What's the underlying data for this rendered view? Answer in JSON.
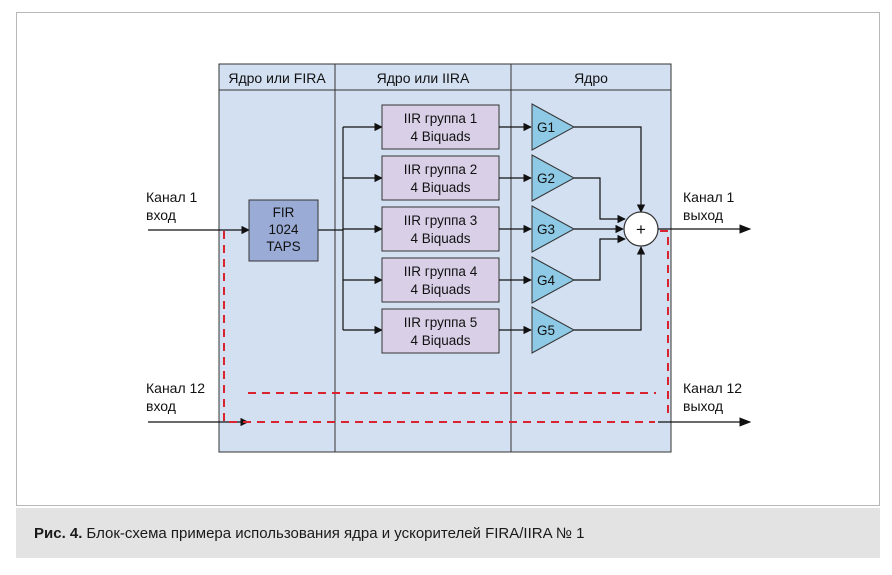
{
  "figure": {
    "panels": [
      {
        "title": "Ядро или FIRA"
      },
      {
        "title": "Ядро или IIRA"
      },
      {
        "title": "Ядро"
      }
    ],
    "inputs": [
      {
        "line1": "Канал 1",
        "line2": "вход"
      },
      {
        "line1": "Канал 12",
        "line2": "вход"
      }
    ],
    "outputs": [
      {
        "line1": "Канал 1",
        "line2": "выход"
      },
      {
        "line1": "Канал 12",
        "line2": "выход"
      }
    ],
    "fir_block": {
      "line1": "FIR",
      "line2": "1024",
      "line3": "TAPS"
    },
    "iir_blocks": [
      {
        "line1": "IIR группа 1",
        "line2": "4 Biquads"
      },
      {
        "line1": "IIR группа 2",
        "line2": "4 Biquads"
      },
      {
        "line1": "IIR группа 3",
        "line2": "4 Biquads"
      },
      {
        "line1": "IIR группа 4",
        "line2": "4 Biquads"
      },
      {
        "line1": "IIR группа 5",
        "line2": "4 Biquads"
      }
    ],
    "gains": [
      "G1",
      "G2",
      "G3",
      "G4",
      "G5"
    ],
    "summer_symbol": "+"
  },
  "caption": {
    "label": "Рис. 4.",
    "text": "Блок-схема примера использования ядра и ускорителей FIRA/IIRA № 1"
  },
  "colors": {
    "panel_fill": "#d3e0f2",
    "fir_fill": "#9aabd6",
    "iir_fill": "#d9d0e8",
    "gain_fill": "#8ecae6",
    "dash_red": "#d9232e"
  }
}
